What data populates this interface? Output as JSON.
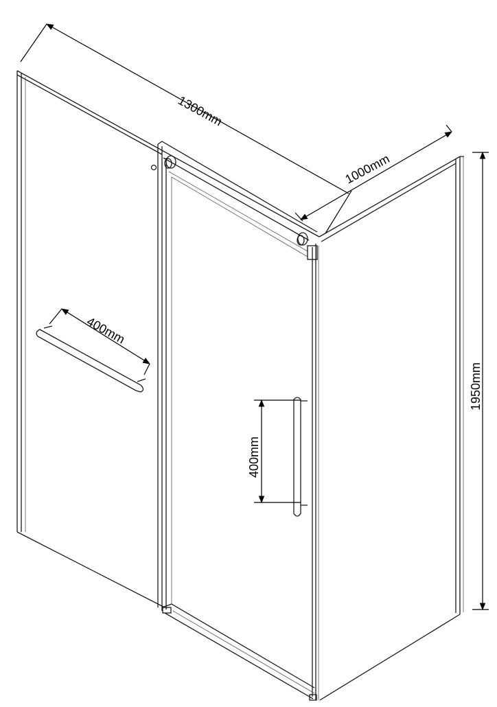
{
  "dimensions": {
    "width": "1300mm",
    "depth": "1000mm",
    "height": "1950mm",
    "towel_bar": "400mm",
    "door_handle": "400mm"
  },
  "colors": {
    "line": "#1a1a1a",
    "background": "#ffffff"
  }
}
